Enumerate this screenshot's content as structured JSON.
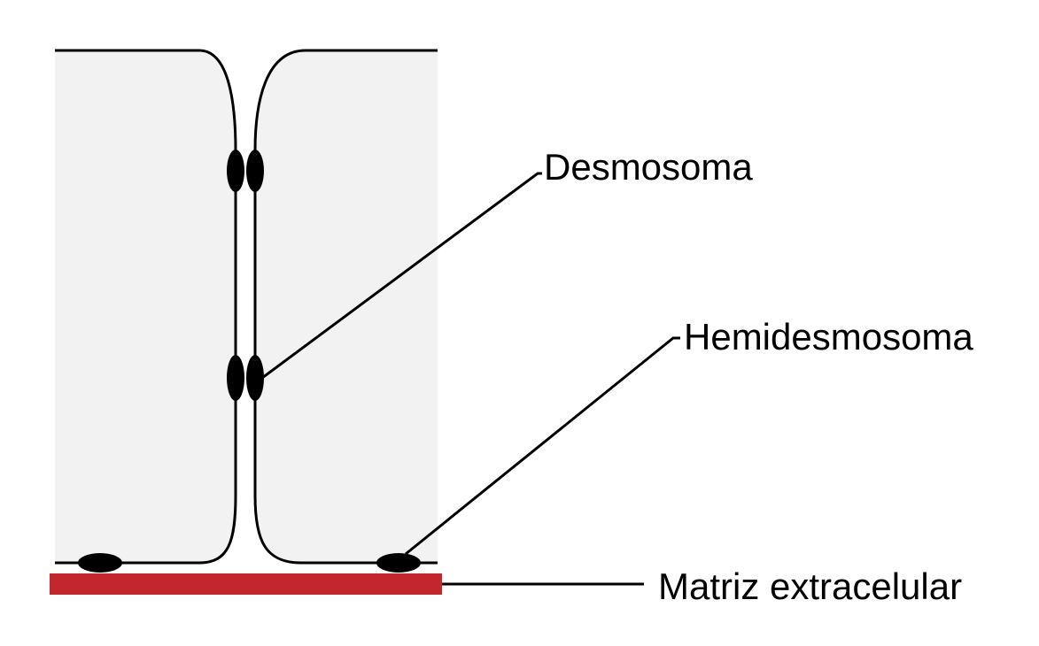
{
  "labels": {
    "desmosome": "Desmosoma",
    "hemidesmosome": "Hemidesmosoma",
    "matrix": "Matriz extracelular"
  },
  "colors": {
    "background": "#ffffff",
    "cell_fill": "#f2f2f2",
    "outline": "#000000",
    "junction": "#000000",
    "matrix": "#c1272d"
  }
}
